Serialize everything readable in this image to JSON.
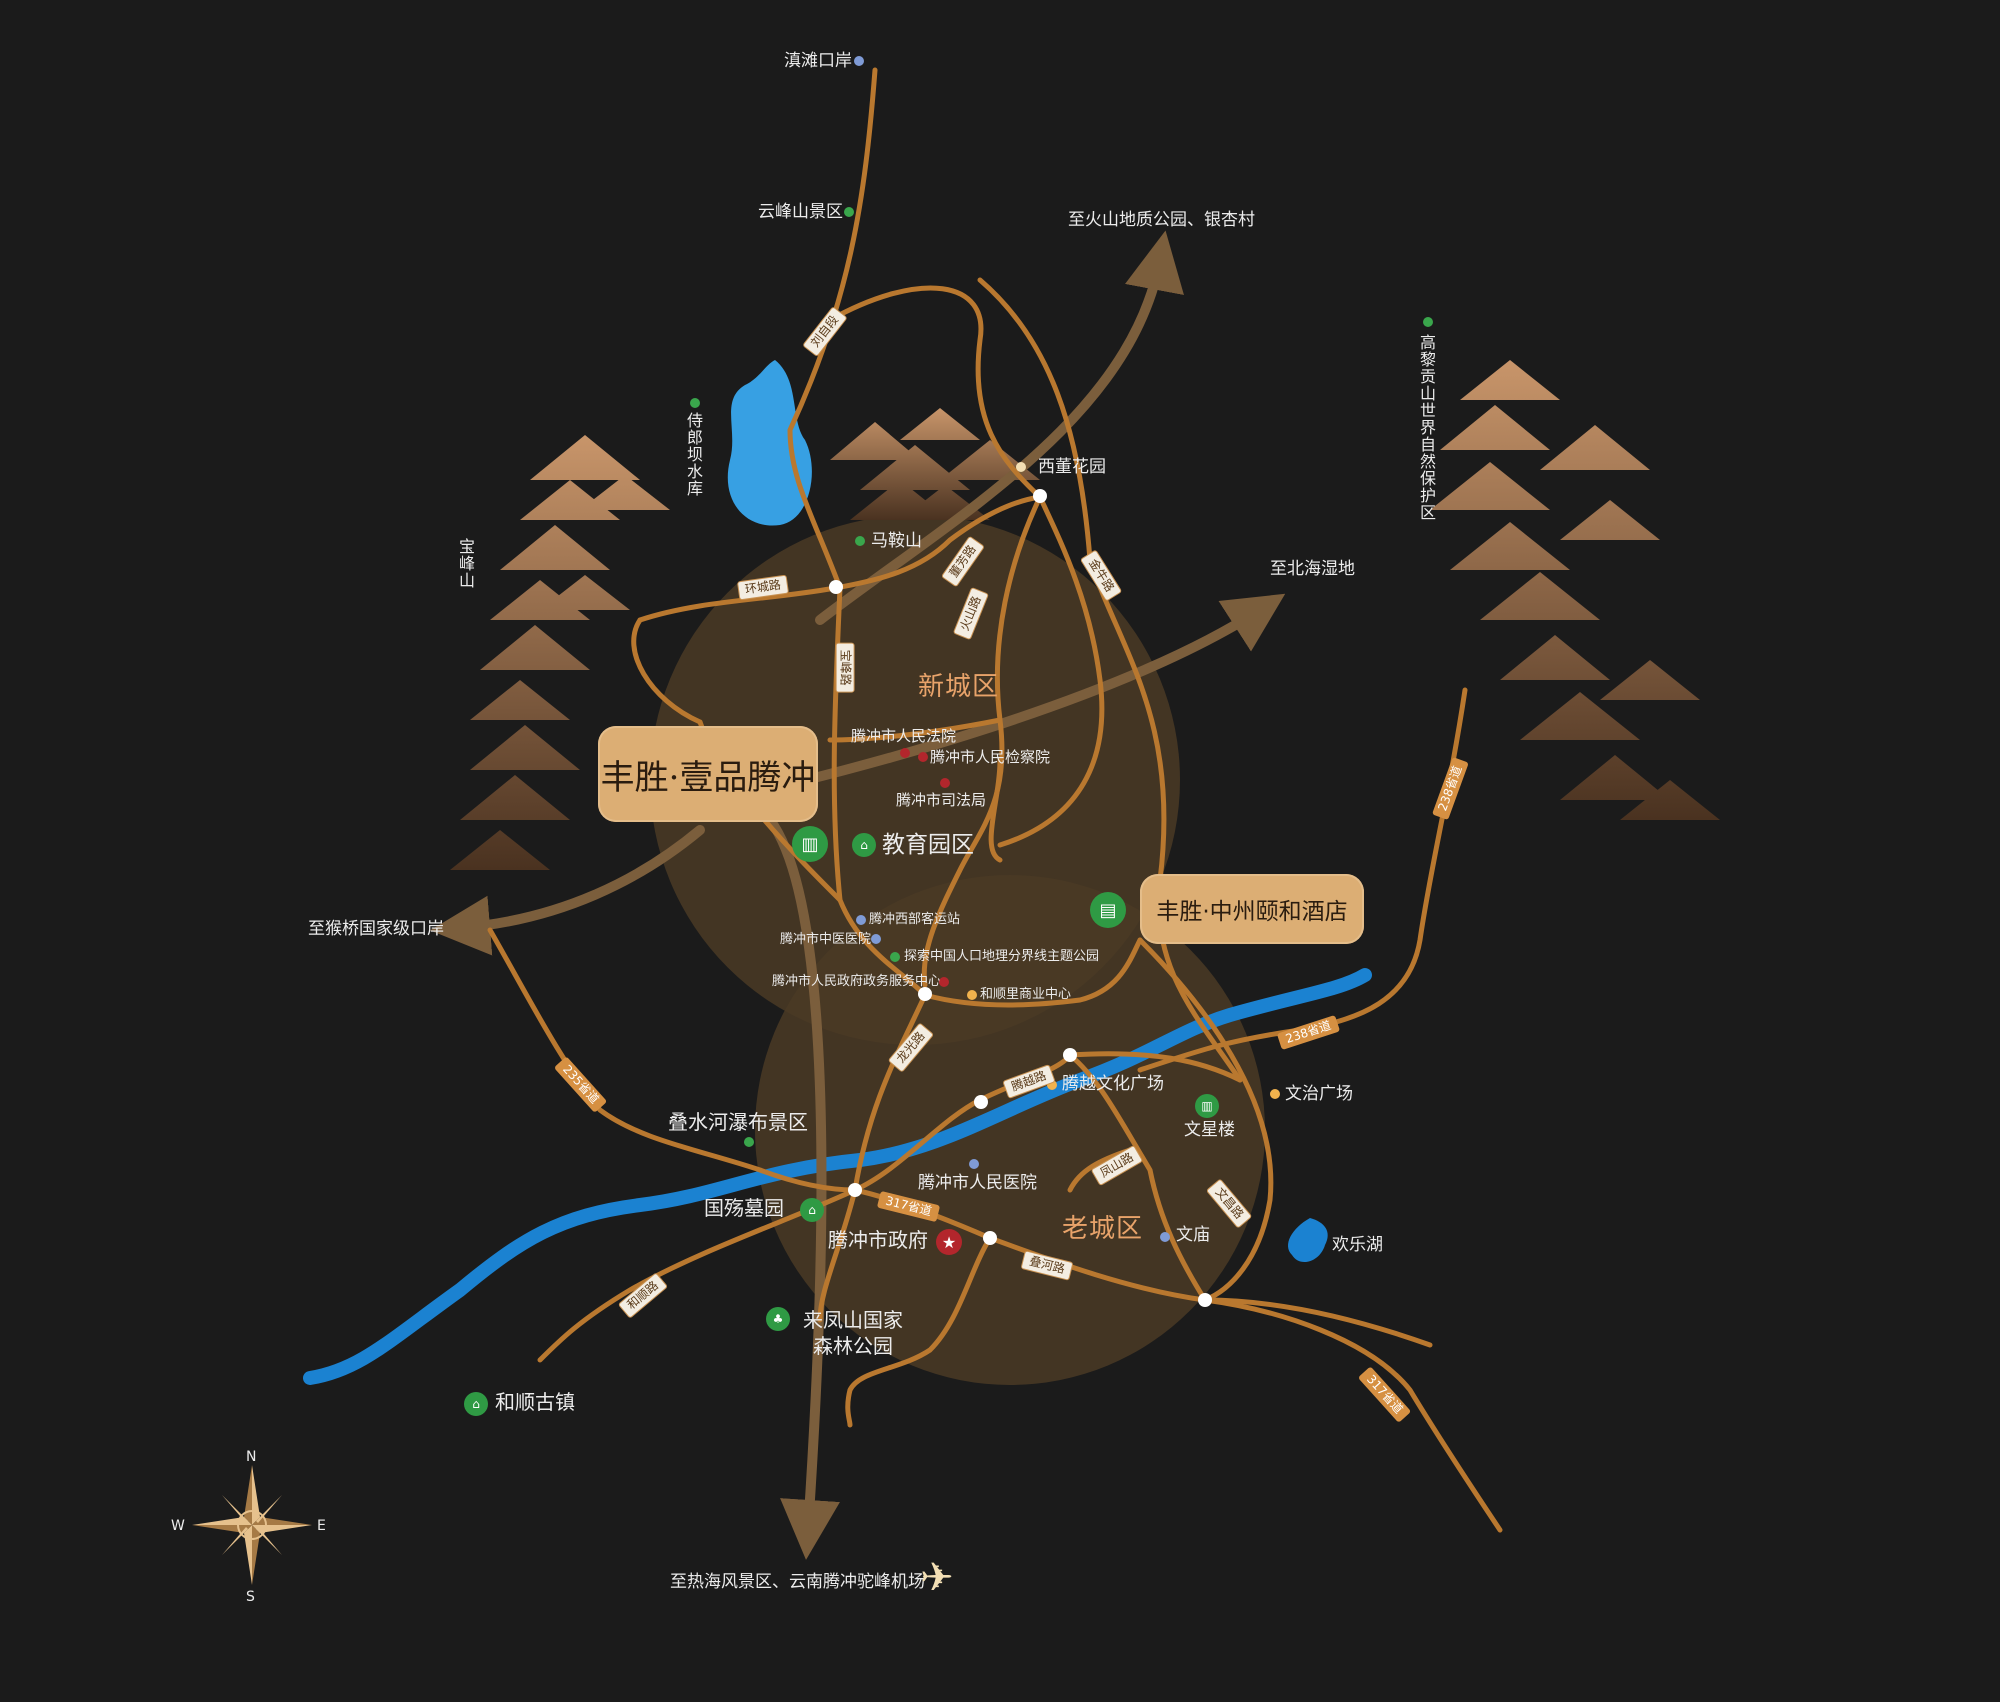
{
  "map": {
    "places": {
      "dianlan": "滇滩口岸",
      "yunfeng": "云峰山景区",
      "volcano": "至火山地质公园、银杏村",
      "shilang": "侍郎坝水库",
      "baofeng": "宝峰山",
      "xidong": "西董花园",
      "maan": "马鞍山",
      "beihai": "至北海湿地",
      "gaoligong": "高黎贡山世界自然保护区",
      "court": "腾冲市人民法院",
      "procuratorate": "腾冲市人民检察院",
      "justice": "腾冲市司法局",
      "edu": "教育园区",
      "houqiao": "至猴桥国家级口岸",
      "west_bus": "腾冲西部客运站",
      "tcm": "腾冲市中医医院",
      "heritage_park": "探索中国人口地理分界线主题公园",
      "gov_center": "腾冲市人民政府政务服务中心",
      "heshun_biz": "和顺里商业中心",
      "tengyue_plaza": "腾越文化广场",
      "wenzhi": "文治广场",
      "wenxing": "文星楼",
      "dieshui": "叠水河瀑布景区",
      "hospital": "腾冲市人民医院",
      "guoshang": "国殇墓园",
      "gov": "腾冲市政府",
      "wenmiao": "文庙",
      "huanle": "欢乐湖",
      "laifeng": "来凤山国家森林公园",
      "heshun_town": "和顺古镇",
      "rehai": "至热海风景区、云南腾冲驼峰机场"
    },
    "districts": {
      "new": "新城区",
      "old": "老城区"
    },
    "project_label": "丰胜·壹品腾冲",
    "hotel_label": "丰胜·中州颐和酒店",
    "roads": {
      "liumu": "刘自段",
      "huancheng": "环城路",
      "dongfang": "董芳路",
      "huoshan": "火山路",
      "jinniu": "金牛路",
      "baofeng_rd": "宝峰路",
      "longguang": "龙光路",
      "tengyue_rd": "腾越路",
      "fengshan": "凤山路",
      "wenchang": "文昌路",
      "diehe": "叠河路",
      "heshun_rd": "和顺路"
    },
    "highways": {
      "g235": "235省道",
      "g238_n": "238省道",
      "g238_e": "238省道",
      "g317_w": "317省道",
      "g317_e": "317省道"
    },
    "compass": {
      "n": "N",
      "s": "S",
      "e": "E",
      "w": "W"
    },
    "colors": {
      "background": "#1b1b1b",
      "road": "#b9782f",
      "river": "#1b82d1",
      "district_circle": "#6a5332",
      "badge": "#dcae74",
      "poi_green": "#3aa64c",
      "poi_red": "#b3262c",
      "poi_blue": "#7f9bd6",
      "poi_yellow": "#f1b24d"
    },
    "icons": {
      "plane": "airplane-icon",
      "star": "government-star-icon",
      "compass": "compass-rose-icon"
    }
  }
}
